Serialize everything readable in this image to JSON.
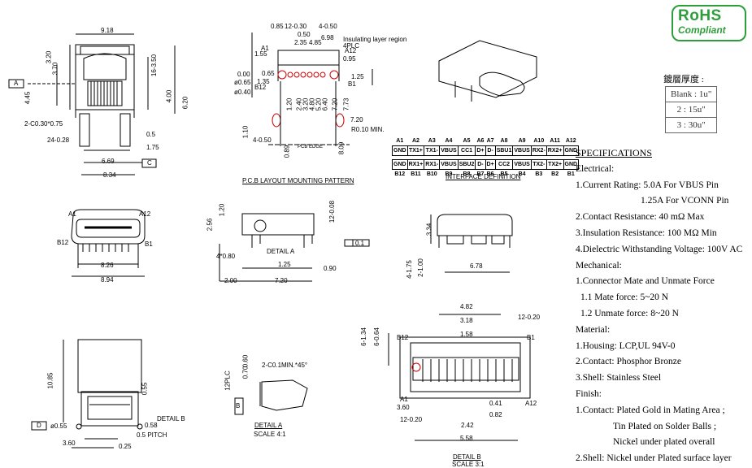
{
  "rohs": {
    "line1": "RoHS",
    "line2": "Compliant"
  },
  "plating": {
    "title": "鍍層厚度 :",
    "rows": [
      "Blank : 1u\"",
      "2 : 15u\"",
      "3 : 30u\""
    ]
  },
  "specs": {
    "title": "SPECIFICATIONS",
    "lines": [
      "Electrical:",
      "1.Current Rating: 5.0A For VBUS Pin",
      "1.25A For VCONN Pin",
      "2.Contact Resistance: 40 mΩ Max",
      "3.Insulation Resistance: 100 MΩ Min",
      "4.Dielectric Withstanding Voltage: 100V AC",
      "Mechanical:",
      "1.Connector Mate and Unmate Force",
      "1.1 Mate force: 5~20 N",
      "1.2 Unmate force: 8~20 N",
      "Material:",
      "1.Housing: LCP,UL 94V-0",
      "2.Contact: Phosphor Bronze",
      "3.Shell: Stainless Steel",
      "Finish:",
      "1.Contact: Plated Gold in Mating Area ;",
      "Tin Plated on Solder Balls ;",
      "Nickel under plated overall",
      "2.Shell: Nickel under Plated surface layer"
    ]
  },
  "interface": {
    "top_labels": [
      "A1",
      "A2",
      "A3",
      "A4",
      "A5",
      "A6",
      "A7",
      "A8",
      "A9",
      "A10",
      "A11",
      "A12"
    ],
    "row1": [
      "GND",
      "TX1+",
      "TX1-",
      "VBUS",
      "CC1",
      "D+",
      "D-",
      "SBU1",
      "VBUS",
      "RX2-",
      "RX2+",
      "GND"
    ],
    "row2": [
      "GND",
      "RX1+",
      "RX1-",
      "VBUS",
      "SBU2",
      "D-",
      "D+",
      "CC2",
      "VBUS",
      "TX2-",
      "TX2+",
      "GND"
    ],
    "bottom_labels": [
      "B12",
      "B11",
      "B10",
      "B9",
      "B8",
      "B7",
      "B6",
      "B5",
      "B4",
      "B3",
      "B2",
      "B1"
    ],
    "caption": "INTERFACE DEFINITION"
  },
  "pcb": {
    "caption": "P.C.B LAYOUT MOUNTING PATTERN",
    "note": "Insulating layer region",
    "dims": [
      "0.85",
      "12-0.30",
      "4-0.50",
      "0.50",
      "1.55",
      "2.35",
      "4.85",
      "6.98",
      "4PLC",
      "0.95",
      "A12",
      "A1",
      "0.00",
      "0.65",
      "1.25",
      "B12",
      "1.35",
      "B1",
      "ø0.65",
      "ø0.40",
      "1.20",
      "2.40",
      "3.20",
      "4.80",
      "5.20",
      "6.40",
      "7.20",
      "7.73",
      "7.20",
      "R0.10 MIN.",
      "4-0.50",
      "1.10",
      "8.09",
      "0.89",
      "PCB EDGE"
    ]
  },
  "top_view": {
    "dims": [
      "9.18",
      "3.20",
      "3.70",
      "16-3.50",
      "4.45",
      "6.20",
      "4.00",
      "2-C0.30*0.75",
      "0.5",
      "1.75",
      "24-0.28",
      "6.69",
      "8.34"
    ],
    "ref_a": "A",
    "ref_c": "C"
  },
  "front_view": {
    "dims": [
      "A1",
      "A12",
      "B12",
      "B1",
      "8.26",
      "8.94"
    ]
  },
  "side_view": {
    "dims": [
      "1.20",
      "2.56",
      "12-0.08",
      "DETAIL A",
      "0.1",
      "4*0.80",
      "1.25",
      "0.90",
      "2.00",
      "7.20"
    ]
  },
  "back_view": {
    "dims": [
      "3.34",
      "4-1.75",
      "2-1.00",
      "6.78"
    ]
  },
  "bottom_view": {
    "dims": [
      "10.85",
      "0.55",
      "DETAIL B",
      "ø0.55",
      "0.58",
      "0.5 PITCH",
      "3.60",
      "0.25"
    ],
    "ref_d": "D"
  },
  "detail_a": {
    "dims": [
      "0.60",
      "0.70",
      "12PLC",
      "2-C0.1MIN.*45°",
      "B"
    ],
    "caption": "DETAIL A",
    "scale": "SCALE 4:1"
  },
  "detail_b": {
    "dims": [
      "4.82",
      "12-0.20",
      "3.18",
      "1.58",
      "6-1.34",
      "6-0.64",
      "B12",
      "B1",
      "A1",
      "A12",
      "3.60",
      "0.41",
      "0.82",
      "12-0.20",
      "2.42",
      "5.58"
    ],
    "caption": "DETAIL B",
    "scale": "SCALE 3:1"
  }
}
